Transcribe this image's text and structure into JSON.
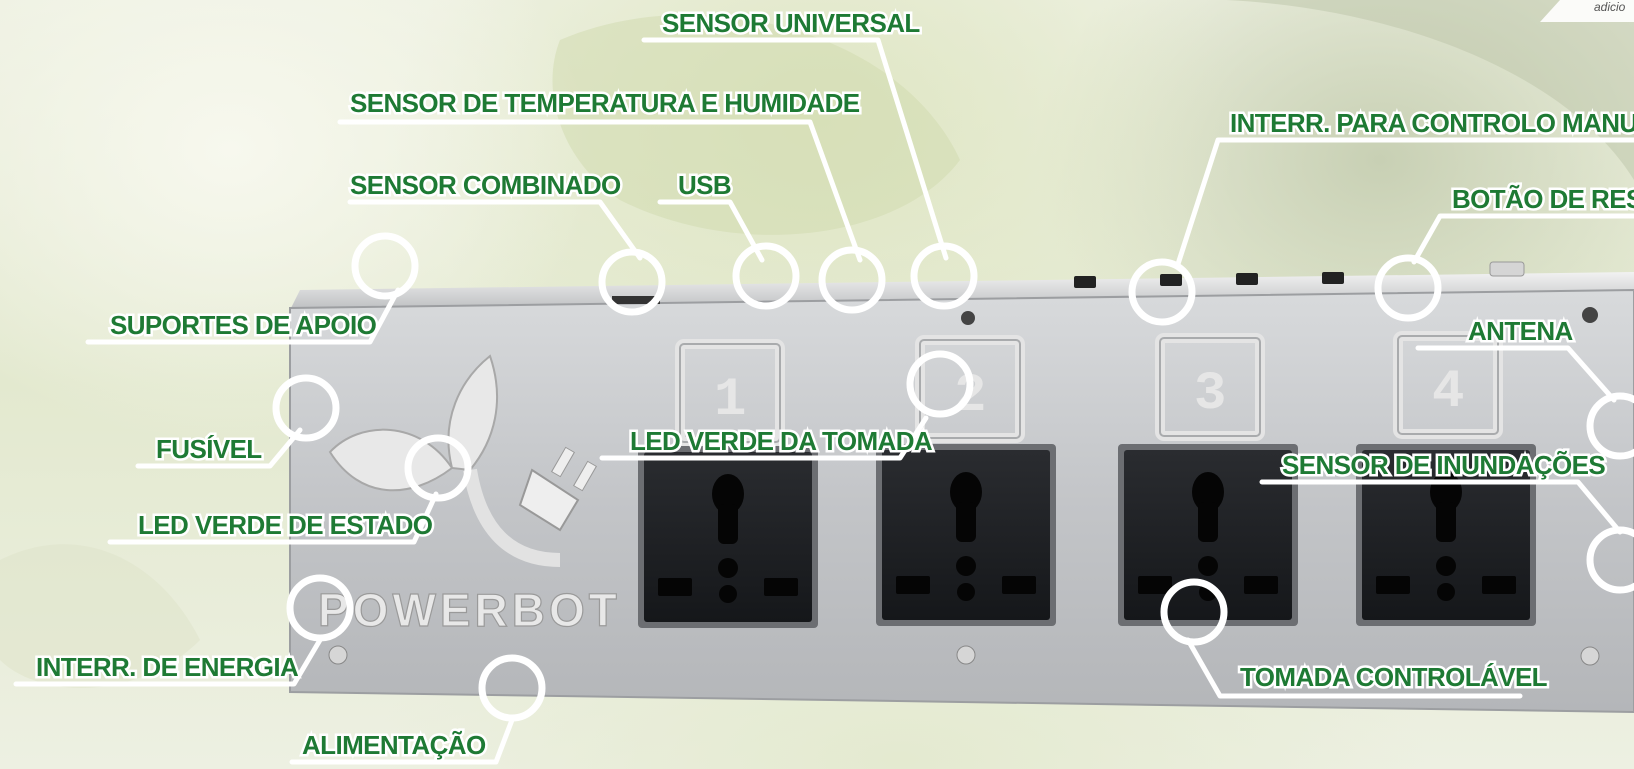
{
  "brand": "POWERBOT",
  "corner_note": "adicio",
  "socket_numbers": [
    "1",
    "2",
    "3",
    "4"
  ],
  "callouts": {
    "sensor_universal": "SENSOR UNIVERSAL",
    "sensor_temp_humidade": "SENSOR DE TEMPERATURA E HUMIDADE",
    "sensor_combinado": "SENSOR COMBINADO",
    "usb": "USB",
    "interr_controlo_manual": "INTERR. PARA CONTROLO MANUAL",
    "botao_reset": "BOTÃO DE RESET",
    "suportes_apoio": "SUPORTES DE APOIO",
    "antena": "ANTENA",
    "fusivel": "FUSÍVEL",
    "led_verde_tomada": "LED VERDE DA TOMADA",
    "sensor_inundacoes": "SENSOR DE INUNDAÇÕES",
    "led_verde_estado": "LED VERDE DE ESTADO",
    "interr_energia": "INTERR. DE ENERGIA",
    "tomada_controlavel": "TOMADA CONTROLÁVEL",
    "alimentacao": "ALIMENTAÇÃO"
  },
  "colors": {
    "label_green": "#1e7a34",
    "leader_white": "#ffffff",
    "panel_silver": "#c9cbcd",
    "socket_black": "#1d1f22"
  }
}
